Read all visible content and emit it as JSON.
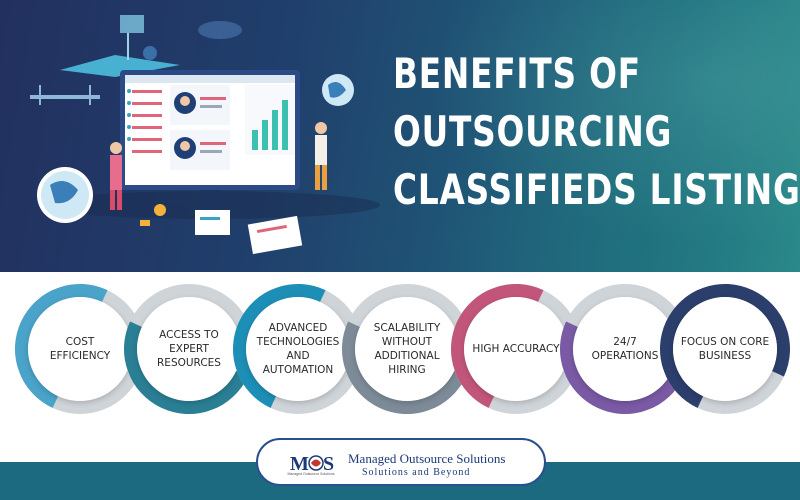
{
  "headline": {
    "line1": "BENEFITS OF",
    "line2": "OUTSOURCING",
    "line3": "CLASSIFIEDS LISTING"
  },
  "benefits": [
    {
      "label": "COST EFFICIENCY",
      "color": "#4aa3c9"
    },
    {
      "label": "ACCESS TO EXPERT RESOURCES",
      "color": "#2a7f95"
    },
    {
      "label": "ADVANCED TECHNOLOGIES AND AUTOMATION",
      "color": "#1d8fb7"
    },
    {
      "label": "SCALABILITY WITHOUT ADDITIONAL HIRING",
      "color": "#7d8b98"
    },
    {
      "label": "HIGH ACCURACY",
      "color": "#c2567a"
    },
    {
      "label": "24/7 OPERATIONS",
      "color": "#7a5aa5"
    },
    {
      "label": "FOCUS ON CORE BUSINESS",
      "color": "#2c3e6b"
    }
  ],
  "logo": {
    "mark": "MOS",
    "name": "Managed Outsource Solutions",
    "tagline": "Solutions and Beyond",
    "small_text": "Managed Outsource Solutions"
  },
  "colors": {
    "banner_start": "#22305f",
    "banner_end": "#2a8a8a",
    "footer_band": "#1b6a80"
  }
}
